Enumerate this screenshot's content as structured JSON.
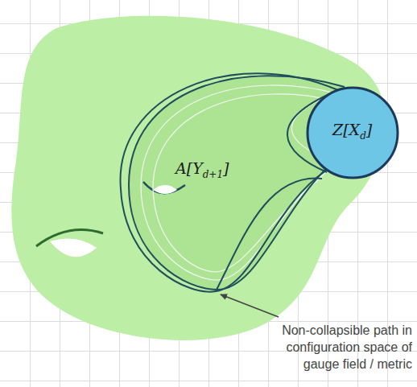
{
  "diagram": {
    "nodes": [
      {
        "text": [
          "A[Yd+1]"
        ]
      },
      {
        "text": [
          "Z[Xd]"
        ]
      }
    ],
    "labels": [
      "Non-collapsible path in configuration space of gauge field / metric"
    ]
  }
}
